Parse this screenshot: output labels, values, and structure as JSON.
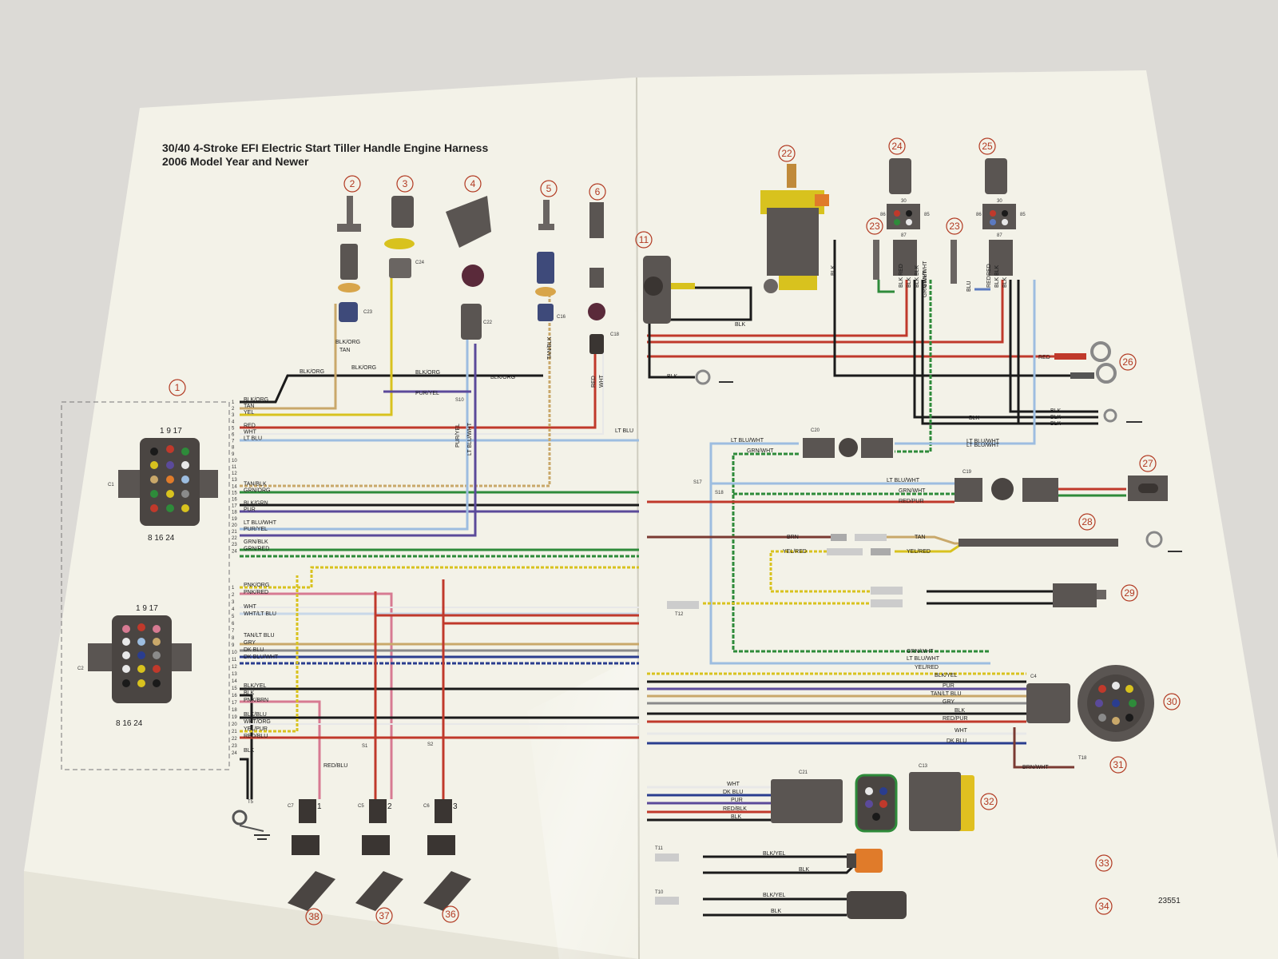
{
  "title": {
    "line1": "30/40 4-Stroke EFI Electric Start Tiller Handle Engine Harness",
    "line2": "2006 Model Year and Newer"
  },
  "doc_number": "23551",
  "callouts": [
    "1",
    "2",
    "3",
    "4",
    "5",
    "6",
    "11",
    "22",
    "23",
    "23",
    "24",
    "25",
    "26",
    "27",
    "28",
    "29",
    "30",
    "31",
    "32",
    "33",
    "34",
    "36",
    "37",
    "38"
  ],
  "connectors": {
    "c23": "C23",
    "c24": "C24",
    "c22": "C22",
    "c16": "C16",
    "c18": "C18",
    "c1": "C1",
    "c2": "C2",
    "c20": "C20",
    "c19": "C19",
    "c4": "C4",
    "c21": "C21",
    "c13": "C13",
    "c7": "C7",
    "c5": "C5",
    "c6": "C6"
  },
  "splices": [
    "S10",
    "S17",
    "S18",
    "S1",
    "S2"
  ],
  "terminals": [
    "T5",
    "T12",
    "T18",
    "T11",
    "T10"
  ],
  "pin_header": {
    "top": "1  9 17",
    "bottom": "8 16 24"
  },
  "c1_pins": [
    {
      "n": "1",
      "label": "BLK/ORG",
      "color": "#1a1a1a"
    },
    {
      "n": "2",
      "label": "TAN",
      "color": "#c9a86a"
    },
    {
      "n": "3",
      "label": "YEL",
      "color": "#d8c21e"
    },
    {
      "n": "4",
      "label": "",
      "color": ""
    },
    {
      "n": "5",
      "label": "RED",
      "color": "#c0392b"
    },
    {
      "n": "6",
      "label": "WHT",
      "color": "#e8e8e8"
    },
    {
      "n": "7",
      "label": "LT BLU",
      "color": "#9dbde0"
    },
    {
      "n": "8",
      "label": "",
      "color": ""
    },
    {
      "n": "9",
      "label": "",
      "color": ""
    },
    {
      "n": "10",
      "label": "",
      "color": ""
    },
    {
      "n": "11",
      "label": "",
      "color": ""
    },
    {
      "n": "12",
      "label": "",
      "color": ""
    },
    {
      "n": "13",
      "label": "",
      "color": ""
    },
    {
      "n": "14",
      "label": "TAN/BLK",
      "color": "#c9a86a"
    },
    {
      "n": "15",
      "label": "GRN/ORG",
      "color": "#2e8b3a"
    },
    {
      "n": "16",
      "label": "",
      "color": ""
    },
    {
      "n": "17",
      "label": "BLK/GRN",
      "color": "#1a1a1a"
    },
    {
      "n": "18",
      "label": "PUR",
      "color": "#5b4a9a"
    },
    {
      "n": "19",
      "label": "",
      "color": ""
    },
    {
      "n": "20",
      "label": "LT BLU/WHT",
      "color": "#9dbde0"
    },
    {
      "n": "21",
      "label": "PUR/YEL",
      "color": "#5b4a9a"
    },
    {
      "n": "22",
      "label": "",
      "color": ""
    },
    {
      "n": "23",
      "label": "GRN/BLK",
      "color": "#2e8b3a"
    },
    {
      "n": "24",
      "label": "GRN/RED",
      "color": "#2e8b3a"
    }
  ],
  "c2_pins": [
    {
      "n": "1",
      "label": "PNK/ORG",
      "color": "#d77a92"
    },
    {
      "n": "2",
      "label": "PNK/RED",
      "color": "#d77a92"
    },
    {
      "n": "3",
      "label": "",
      "color": ""
    },
    {
      "n": "4",
      "label": "WHT",
      "color": "#e8e8e8"
    },
    {
      "n": "5",
      "label": "WHT/LT BLU",
      "color": "#e8e8e8"
    },
    {
      "n": "6",
      "label": "",
      "color": ""
    },
    {
      "n": "7",
      "label": "",
      "color": ""
    },
    {
      "n": "8",
      "label": "TAN/LT BLU",
      "color": "#c9a86a"
    },
    {
      "n": "9",
      "label": "GRY",
      "color": "#8a8a8a"
    },
    {
      "n": "10",
      "label": "DK BLU",
      "color": "#2a3d8f"
    },
    {
      "n": "11",
      "label": "DK BLU/WHT",
      "color": "#2a3d8f"
    },
    {
      "n": "12",
      "label": "",
      "color": ""
    },
    {
      "n": "13",
      "label": "",
      "color": ""
    },
    {
      "n": "14",
      "label": "",
      "color": ""
    },
    {
      "n": "15",
      "label": "BLK/YEL",
      "color": "#1a1a1a"
    },
    {
      "n": "16",
      "label": "BLK",
      "color": "#1a1a1a"
    },
    {
      "n": "17",
      "label": "PNK/BRN",
      "color": "#d77a92"
    },
    {
      "n": "18",
      "label": "",
      "color": ""
    },
    {
      "n": "19",
      "label": "BLK/BLU",
      "color": "#1a1a1a"
    },
    {
      "n": "20",
      "label": "WHT/ORG",
      "color": "#e8e8e8"
    },
    {
      "n": "21",
      "label": "YEL/PUR",
      "color": "#d8c21e"
    },
    {
      "n": "22",
      "label": "RED/BLU",
      "color": "#c0392b"
    },
    {
      "n": "23",
      "label": "",
      "color": ""
    },
    {
      "n": "24",
      "label": "BLK",
      "color": "#1a1a1a"
    }
  ],
  "left_wire_labels": [
    "BLK/ORG",
    "BLK/ORG",
    "BLK/ORG",
    "PUR/YEL",
    "LT BLU",
    "BLK/ORG",
    "TAN",
    "BLK/ORG",
    "PUR/YEL",
    "LT BLU/WHT",
    "TAN/BLK",
    "RED",
    "WHT",
    "RED/BLU"
  ],
  "right_wire_labels": {
    "top": [
      "BLK",
      "RED",
      "BLK",
      "BLK",
      "BLK",
      "BLK",
      "BLK",
      "BLU",
      "RED",
      "BLK",
      "BLK",
      "LT BLU/WHT",
      "GRN/WHT",
      "BLK",
      "BLK",
      "BLK",
      "BLK",
      "RED",
      "BLK",
      "RED",
      "BLK",
      "GRN/WHT"
    ],
    "c20_row": [
      "LT BLU/WHT",
      "GRN/WHT",
      "LT BLU/WHT"
    ],
    "c19_row": [
      "LT BLU/WHT",
      "GRN/WHT",
      "RED/PUR"
    ],
    "item28": [
      "BRN",
      "TAN"
    ],
    "item29": [
      "YEL/RED",
      "YEL/RED"
    ],
    "c4_inputs": [
      "GRN/WHT",
      "LT BLU/WHT",
      "YEL/RED",
      "BLK/YEL",
      "PUR",
      "TAN/LT BLU",
      "GRY",
      "BLK",
      "RED/PUR",
      "WHT",
      "DK BLU"
    ],
    "item31": [
      "BRN/WHT"
    ],
    "c21_row": [
      "WHT",
      "DK BLU",
      "PUR",
      "RED/BLK",
      "BLK"
    ],
    "item33": [
      "BLK/YEL",
      "BLK"
    ],
    "item34": [
      "BLK/YEL",
      "BLK"
    ]
  },
  "relay_terms": [
    "30",
    "86",
    "85",
    "87"
  ],
  "injector_nums": [
    "1",
    "2",
    "3"
  ],
  "colors": {
    "paper": "#f3f2e8",
    "page_bg": "#dcdad6",
    "callout": "#b23a22",
    "component": "#5a5552",
    "yellow": "#d8c21e",
    "red": "#c0392b",
    "orange": "#e07b2a"
  }
}
